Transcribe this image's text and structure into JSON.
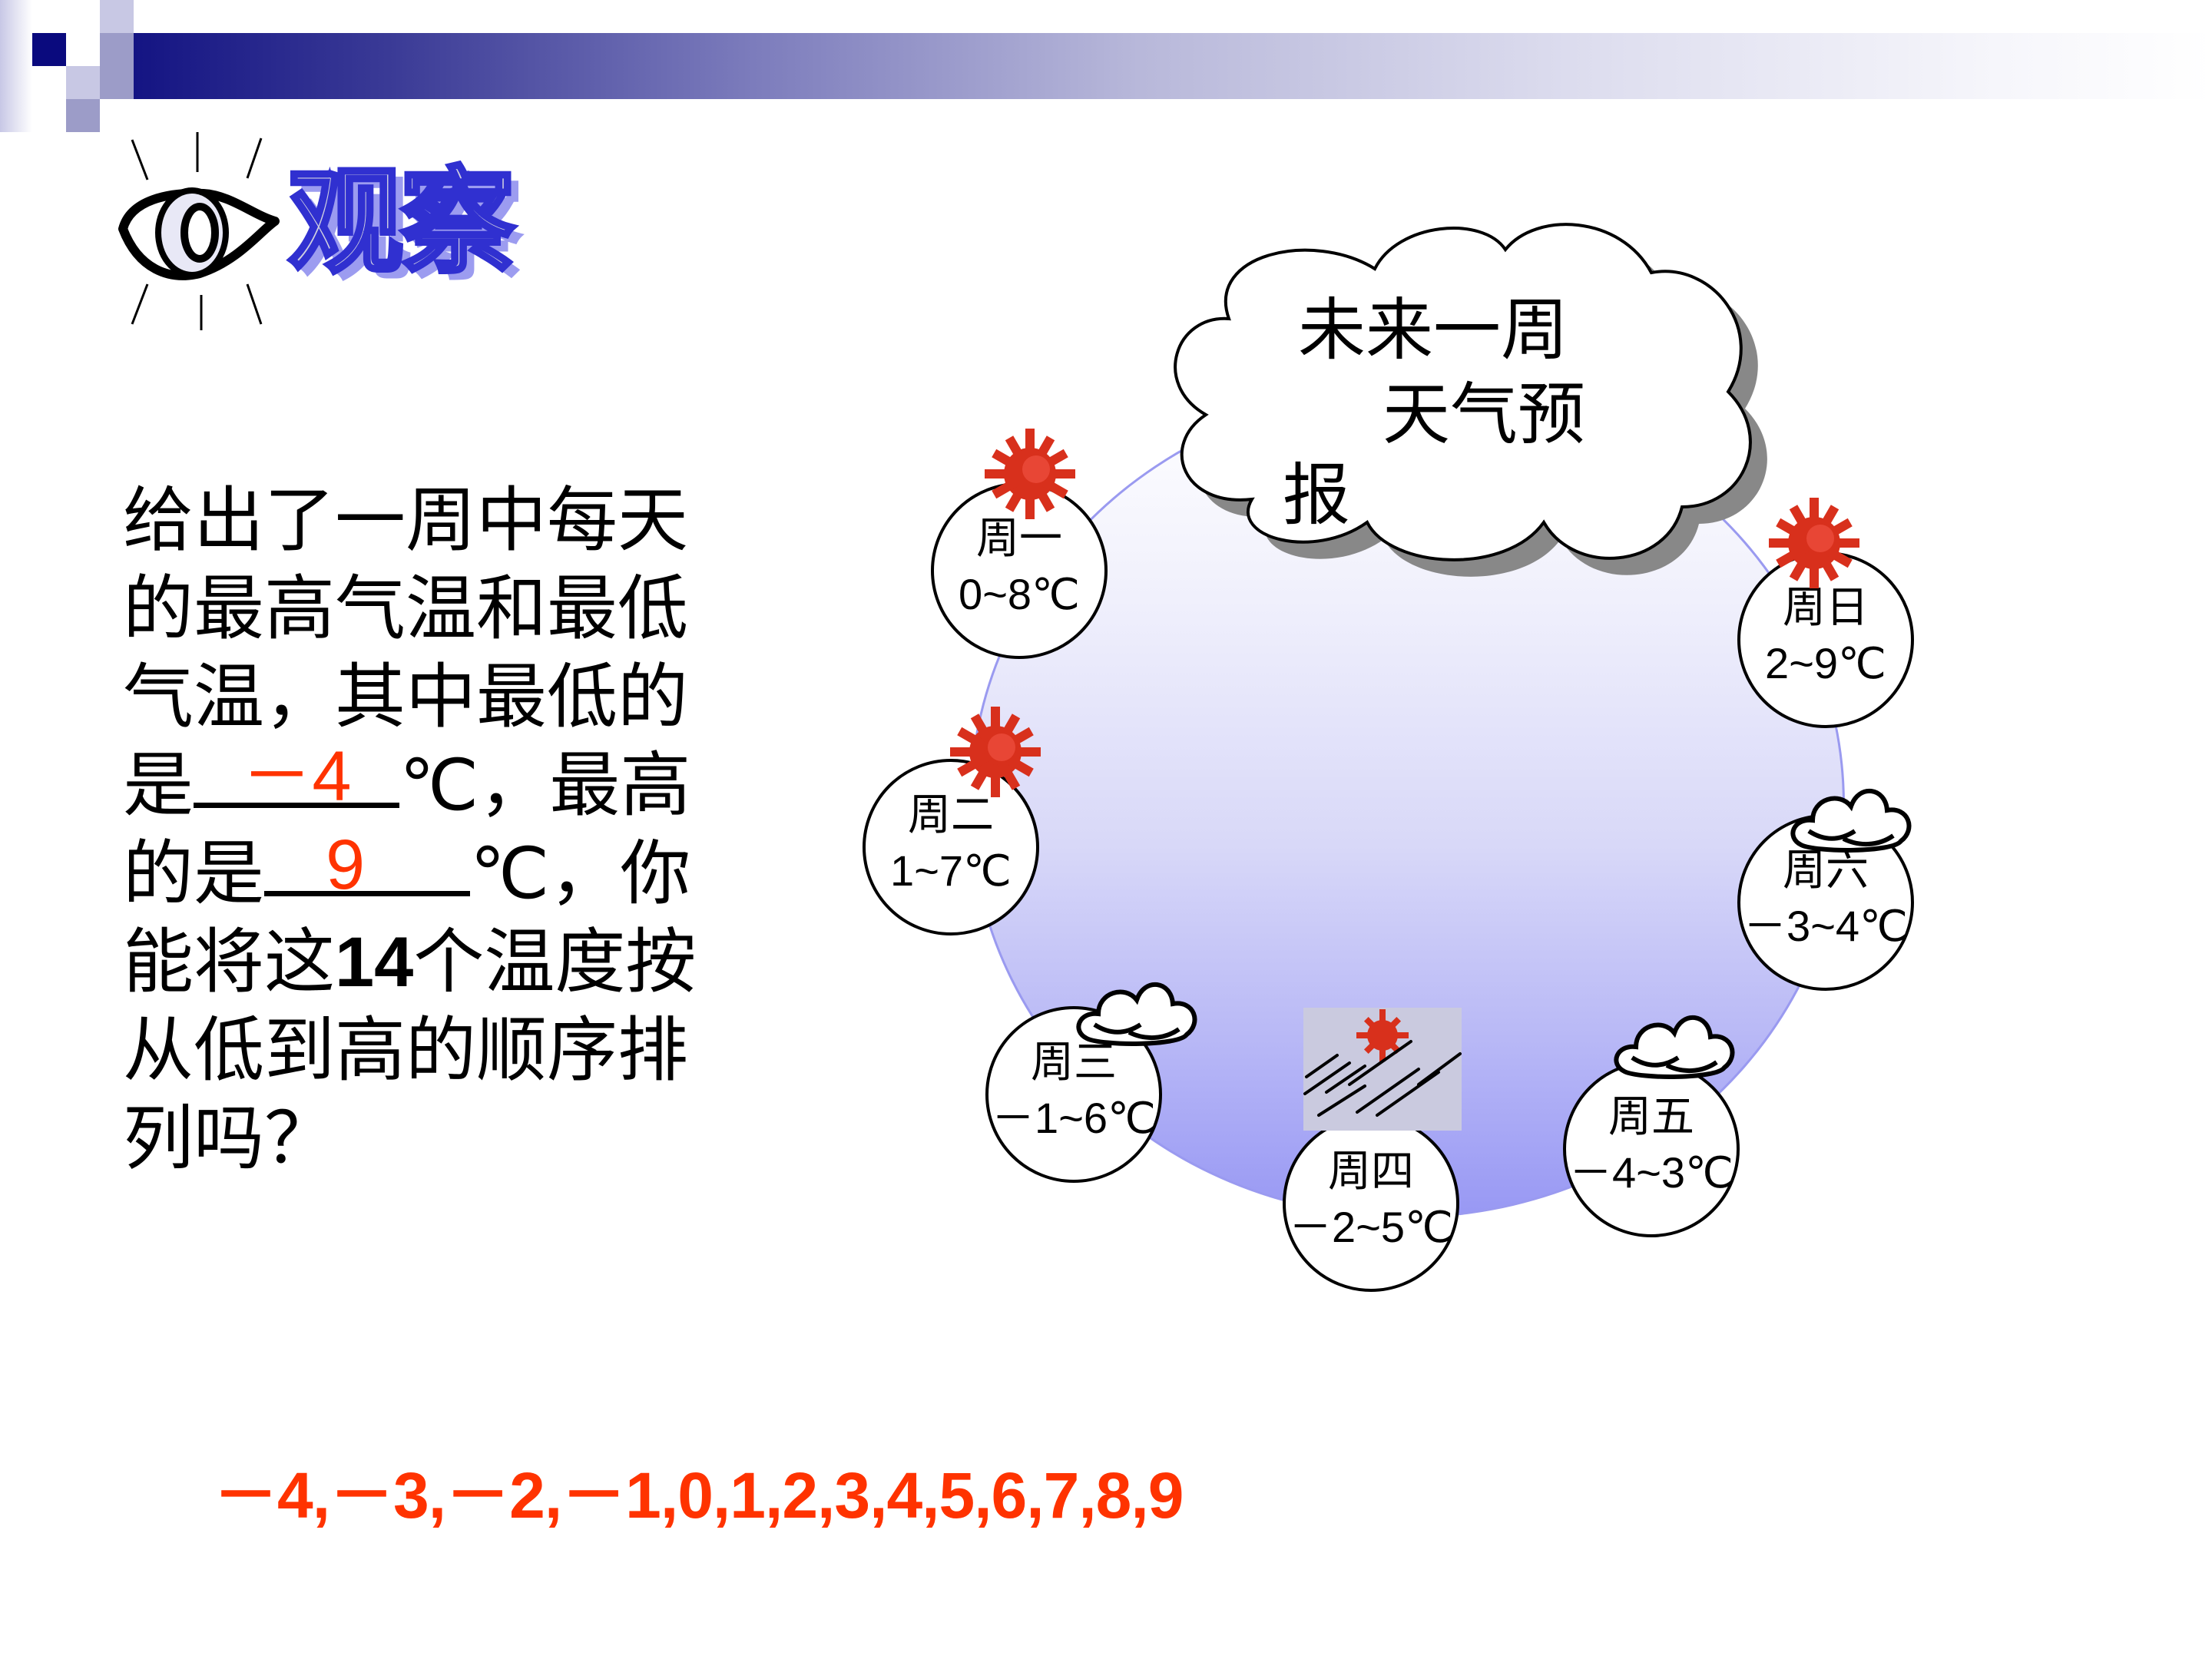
{
  "slide": {
    "title": "观察",
    "title_icon": "eye-icon",
    "colors": {
      "header_bar_start": "#0a0a7e",
      "header_bar_end": "#ffffff",
      "answer_red": "#ff3300",
      "circle_fill_top": "#ffffff",
      "circle_fill_bottom": "#9898f4"
    }
  },
  "question": {
    "line1": "给出了一周中每天",
    "line2": "的最高气温和最低",
    "line3": "气温，其中最低的",
    "line4_prefix": "是",
    "lowest_answer": "－4",
    "line4_suffix": "℃，最高",
    "line5_prefix": "的是",
    "highest_answer": "9",
    "line5_suffix": "℃，你",
    "line6_prefix": "能将这",
    "line6_number": "14",
    "line6_suffix": "个温度按",
    "line7": "从低到高的顺序排",
    "line8": "列吗？"
  },
  "forecast": {
    "bubble_line1": "未来一周",
    "bubble_line2": "天气预",
    "bubble_line3": "报",
    "days": [
      {
        "name": "周一",
        "temp": "0~8℃",
        "weather": "sun-icon"
      },
      {
        "name": "周二",
        "temp": "1~7℃",
        "weather": "sun-icon"
      },
      {
        "name": "周三",
        "temp": "－1~6℃",
        "weather": "cloud-icon"
      },
      {
        "name": "周四",
        "temp": "－2~5℃",
        "weather": "sun-rain-icon"
      },
      {
        "name": "周五",
        "temp": "－4~3℃",
        "weather": "cloud-icon"
      },
      {
        "name": "周六",
        "temp": "－3~4℃",
        "weather": "cloud-icon"
      },
      {
        "name": "周日",
        "temp": "2~9℃",
        "weather": "sun-icon"
      }
    ]
  },
  "answer": {
    "sequence": "－4,－3,－2,－1,0,1,2,3,4,5,6,7,8,9"
  }
}
